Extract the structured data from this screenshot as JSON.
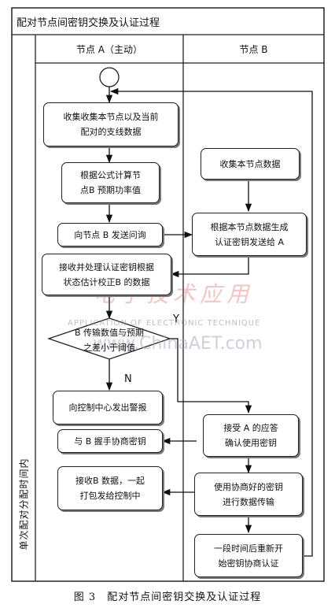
{
  "title": "配对节点间密钥交换及认证过程",
  "lanes": {
    "a": "节点 A（主动）",
    "b": "节点 B"
  },
  "side_label": "单次配对分配时间内",
  "steps": {
    "a_collect": [
      "收集收集本节点以及当前",
      "配对的支线数据"
    ],
    "a_calc": [
      "根据公式计算节",
      "点B 预期功率值"
    ],
    "a_send_query": [
      "向节点 B 发送问询"
    ],
    "a_receive": [
      "接收并处理认证密钥根据",
      "状态估计校正B 的数据"
    ],
    "a_decision": [
      "B 传输数值与预期",
      "之差小于阈值"
    ],
    "a_alarm": [
      "向控制中心发出警报"
    ],
    "a_handshake": [
      "与 B 握手协商密钥"
    ],
    "a_pack": [
      "接收B 数据，一起",
      "打包发给控制中"
    ],
    "b_collect": [
      "收集本节点数据"
    ],
    "b_generate": [
      "根据本节点数据生成",
      "认证密钥发送给 A"
    ],
    "b_accept": [
      "接受 A 的应答",
      "确认使用密钥"
    ],
    "b_transmit": [
      "使用协商好的密钥",
      "进行数据传输"
    ],
    "b_renew": [
      "一段时间后重新开",
      "始密钥协商认证"
    ]
  },
  "branch_labels": {
    "yes": "Y",
    "no": "N"
  },
  "watermark": {
    "cn": "电子技术应用",
    "en": "APPLICATION OF ELECTRONIC TECHNIQUE",
    "url": "www.ChinaAET.com"
  },
  "caption": "图 3　配对节点间密钥交换及认证过程"
}
